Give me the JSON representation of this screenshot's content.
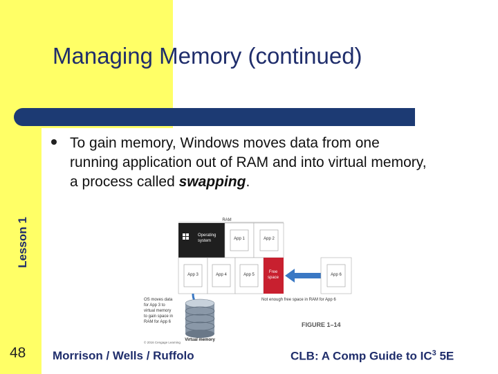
{
  "slide": {
    "title": "Managing Memory (continued)",
    "side_label": "Lesson 1",
    "bullet_pre": "To gain memory, Windows moves data from one running application out of RAM and into virtual memory, a process called ",
    "bullet_term": "swapping",
    "bullet_post": ".",
    "slide_number": "48",
    "footer_authors": "Morrison / Wells / Ruffolo",
    "footer_book_pre": "CLB: A Comp Guide to IC",
    "footer_book_sup": "3",
    "footer_book_post": " 5E"
  },
  "figure": {
    "ram_label": "RAM",
    "os_label_1": "Operating",
    "os_label_2": "system",
    "app1": "App 1",
    "app2": "App 2",
    "app3": "App 3",
    "app4": "App 4",
    "app5": "App 5",
    "free_1": "Free",
    "free_2": "space",
    "app6": "App 6",
    "not_enough": "Not enough free space in RAM for App 6",
    "os_note_1": "OS moves data",
    "os_note_2": "for App 3 to",
    "os_note_3": "virtual memory",
    "os_note_4": "to gain space in",
    "os_note_5": "RAM for App 6",
    "figure_label": "FIGURE 1–14",
    "virtual_memory": "Virtual memory",
    "copyright": "© 2016 Cengage Learning",
    "colors": {
      "os": "#1f1f1f",
      "free": "#c8202f",
      "arrow": "#3a78c4"
    }
  }
}
